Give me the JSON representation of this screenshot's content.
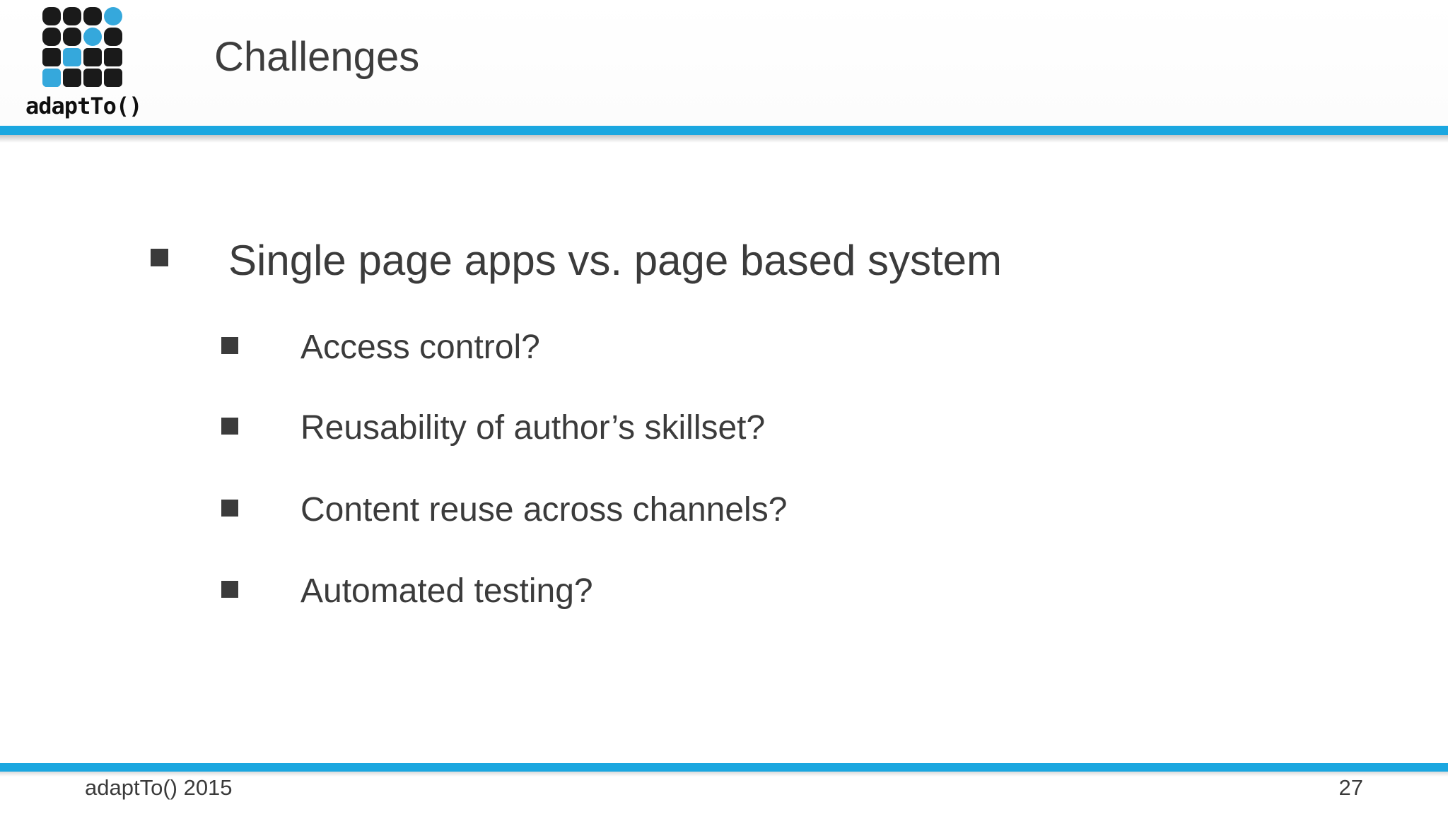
{
  "slide": {
    "title": "Challenges",
    "footer_text": "adaptTo() 2015",
    "page_number": "27"
  },
  "logo": {
    "text": "adaptTo()",
    "cells": [
      "black",
      "black",
      "black",
      "cyan",
      "black",
      "black",
      "cyan",
      "black",
      "black",
      "cyan",
      "black",
      "black",
      "cyan",
      "black",
      "black",
      "black"
    ]
  },
  "bullets": {
    "level1": "Single page apps vs. page based system",
    "sub": [
      "Access control?",
      "Reusability of author’s skillset?",
      "Content reuse across channels?",
      "Automated testing?"
    ]
  },
  "colors": {
    "accent_cyan": "#1ba7e0",
    "logo_cyan": "#35a8dc",
    "text_dark": "#3b3b3b"
  }
}
